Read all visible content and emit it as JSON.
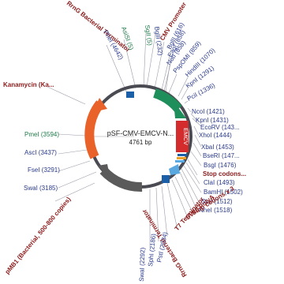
{
  "plasmid": {
    "name": "pSF-CMV-EMCV-N...",
    "length_label": "4761 bp"
  },
  "features": {
    "rrng_top": "RrnG Bacterial Terminator",
    "kanamycin": "Kanamycin (Ka...",
    "cmv_promoter": "CMV Promoter",
    "emcv_box": "EMCV",
    "stop_codons": "Stop codons...",
    "stop_codons_x3": "Stop codons x 3",
    "sv40_polya": "SV40 PolyA",
    "t7_terminator": "T7 Terminator",
    "rrng_bottom": "RrnG Bacterial Terminator",
    "pmb1": "pMB1 (Bacterial, 500-800 copies)"
  },
  "sites": {
    "phei": "PheI (4642)",
    "asisi": "AsiSI (5)",
    "sgii": "SgII (5)",
    "bglii_232": "BglII (232)",
    "bglii_616": "BglII (616)",
    "eagi": "EagI (858)",
    "noti": "NotI (858)",
    "psp0mi": "PspOMI (859)",
    "hindiii": "HindIII (1070)",
    "kpni_1291": "KpnI (1291)",
    "pcii": "PciI (1336)",
    "ncoi": "NcoI (1421)",
    "kpni_1431": "KpnI (1431)",
    "ecorv": "EcoRV (143...",
    "xhoi": "XhoI (1444)",
    "xbai": "XbaI (1453)",
    "bseri": "BseRI (147...",
    "bsgi": "BsgI (1476)",
    "clai": "ClaI (1493)",
    "bamhi": "BamHI (1502)",
    "stui": "StuI (1512)",
    "nhei": "NheI (1518)",
    "psti": "PstI (2034)",
    "sphi": "SphI (2186)",
    "swai_2292": "SwaI (2292)",
    "pmei": "PmeI (3594)",
    "asci": "AscI (3437)",
    "fsei": "FseI (3291)",
    "swai_3185": "SwaI (3185)"
  },
  "colors": {
    "backbone": "#4a4a52",
    "kanamycin": "#e8622a",
    "cmv_promoter": "#1e8f5a",
    "emcv": "#d42c2c",
    "pmb1": "#5a5a5a",
    "small_feature_blue": "#1a5fa8",
    "small_feature_lightblue": "#5aa8e0",
    "site_label": "#2a3a8a",
    "feature_label": "#8b1a1a"
  }
}
